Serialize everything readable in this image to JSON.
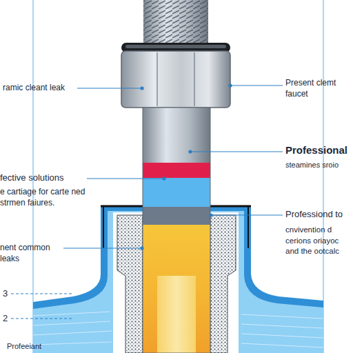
{
  "diagram": {
    "labels": [
      "ramic cleant leak",
      "Present clemt faucet",
      "Professional",
      "steamines sroio",
      "fective solutions",
      "e cartiage for carte ned strmen faiures.",
      "nent common leaks",
      "Professiond to",
      "cnvivention d cerions oriayoc and the ootcalc",
      "3",
      "2",
      "Profeeiant"
    ]
  }
}
